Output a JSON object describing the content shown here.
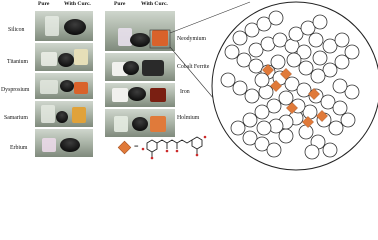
{
  "figure": {
    "headers": {
      "left_pure": "Pure",
      "left_curc": "With Curc.",
      "right_pure": "Pure",
      "right_curc": "With Curc."
    },
    "left_column_labels": [
      "Silicon",
      "Titanium",
      "Dysprosium",
      "Samarium",
      "Erbium"
    ],
    "right_column_labels": [
      "Neodymium",
      "Cobalt Ferrite",
      "Iron",
      "Holmium"
    ],
    "legend_equals": "="
  },
  "colors": {
    "curcumin_diamond": "#e07a3a",
    "particle_stroke": "#333333",
    "particle_fill": "#ffffff",
    "solution_orange": "#d9622b",
    "solution_dark": "#7a1f12"
  },
  "icons": {
    "curcumin_marker": "orange-diamond-icon",
    "curcumin_structure": "curcumin-molecule-icon"
  }
}
